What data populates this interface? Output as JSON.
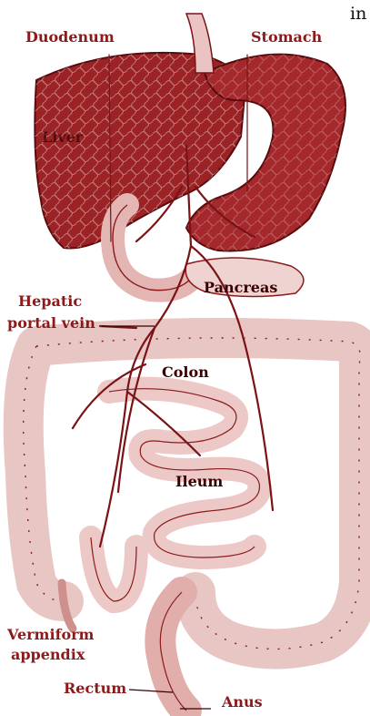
{
  "colors": {
    "organ_dark": "#8f1d20",
    "organ_mid": "#b5484a",
    "organ_light": "#e8c6c4",
    "vessel": "#7a1216",
    "label": "#8b1a1a",
    "background": "#ffffff"
  },
  "labels": {
    "corner_text": "in",
    "duodenum": "Duodenum",
    "stomach": "Stomach",
    "liver": "Liver",
    "hepatic_line1": "Hepatic",
    "hepatic_line2": "portal vein",
    "pancreas": "Pancreas",
    "colon": "Colon",
    "ileum": "Ileum",
    "vermiform_line1": "Vermiform",
    "vermiform_line2": "appendix",
    "rectum": "Rectum",
    "anus": "Anus"
  }
}
